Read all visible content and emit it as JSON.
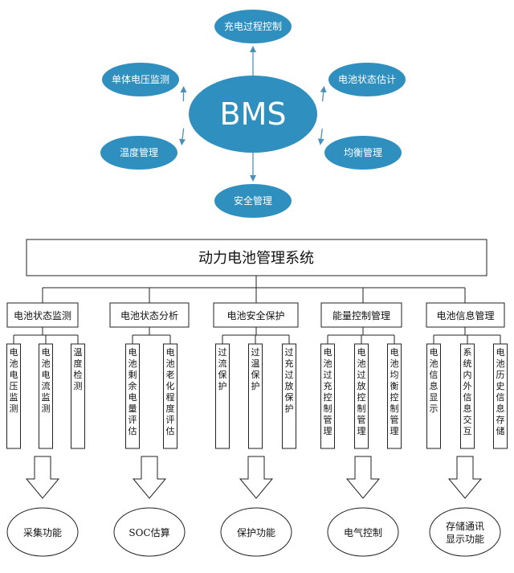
{
  "bms": {
    "center": "BMS",
    "satellites": [
      {
        "label": "充电过程控制"
      },
      {
        "label": "电池状态估计"
      },
      {
        "label": "均衡管理"
      },
      {
        "label": "安全管理"
      },
      {
        "label": "温度管理"
      },
      {
        "label": "单体电压监测"
      }
    ],
    "colors": {
      "bubble": "#2f8fbf",
      "arrow": "#4a90b8"
    }
  },
  "tree": {
    "root": "动力电池管理系统",
    "categories": [
      {
        "label": "电池状态监测",
        "items": [
          "电池电压监测",
          "电池电流监测",
          "温度检测"
        ],
        "function": "采集功能"
      },
      {
        "label": "电池状态分析",
        "items": [
          "电池剩余电量评估",
          "电池老化程度评估"
        ],
        "function": "SOC估算"
      },
      {
        "label": "电池安全保护",
        "items": [
          "过流保护",
          "过温保护",
          "过充过放保护"
        ],
        "function": "保护功能"
      },
      {
        "label": "能量控制管理",
        "items": [
          "电池过充控制管理",
          "电池过放控制管理",
          "电池均衡控制管理"
        ],
        "function": "电气控制"
      },
      {
        "label": "电池信息管理",
        "items": [
          "电池信息显示",
          "系统内外信息交互",
          "电池历史信息存储"
        ],
        "function": [
          "存储通讯",
          "显示功能"
        ]
      }
    ]
  }
}
